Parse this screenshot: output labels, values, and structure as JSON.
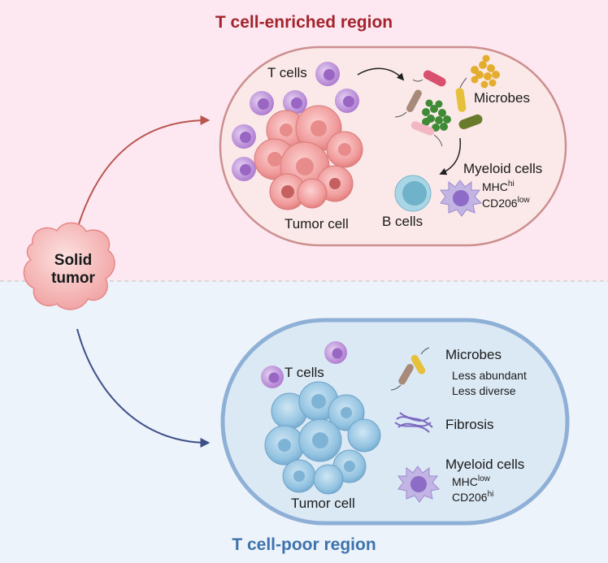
{
  "top_region": {
    "title": "T cell-enriched region",
    "labels": {
      "t_cells": "T cells",
      "microbes": "Microbes",
      "myeloid_cells": "Myeloid cells",
      "mhc": "MHC",
      "mhc_sup": "hi",
      "cd206": "CD206",
      "cd206_sup": "low",
      "tumor_cell": "Tumor cell",
      "b_cells": "B cells"
    }
  },
  "bottom_region": {
    "title": "T cell-poor region",
    "labels": {
      "t_cells": "T cells",
      "microbes": "Microbes",
      "less_abundant": "Less abundant",
      "less_diverse": "Less diverse",
      "fibrosis": "Fibrosis",
      "myeloid_cells": "Myeloid cells",
      "mhc": "MHC",
      "mhc_sup": "low",
      "cd206": "CD206",
      "cd206_sup": "hi",
      "tumor_cell": "Tumor cell"
    }
  },
  "center": {
    "line1": "Solid",
    "line2": "tumor"
  },
  "colors": {
    "top_background": "#fde8f1",
    "bottom_background": "#edf3fa",
    "top_title": "#a3242c",
    "bottom_title": "#3d73ad",
    "top_arrow": "#b8554f",
    "bottom_arrow": "#3e4f88",
    "tumor_pink": "#f09a9a",
    "tumor_blue": "#8ec0df",
    "t_cell": "#b88ad6"
  }
}
